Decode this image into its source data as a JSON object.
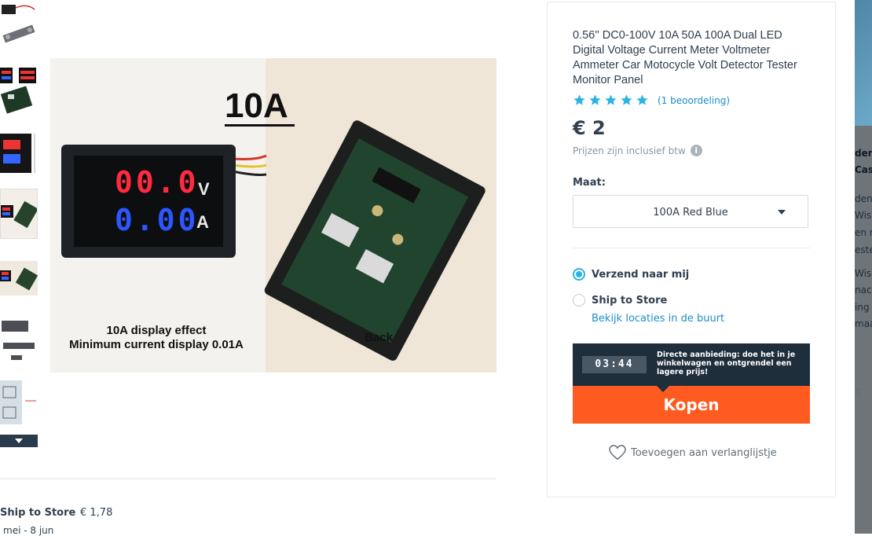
{
  "product": {
    "title": "0.56'' DC0-100V 10A 50A 100A Dual LED Digital Voltage Current Meter Voltmeter Ammeter Car Motocycle Volt Detector Tester Monitor Panel",
    "rating": 5,
    "review_link": "(1 beoordeling)",
    "price": "€ 2",
    "vat_note": "Prijzen zijn inclusief btw",
    "size_label": "Maat:",
    "size_selected": "100A Red Blue"
  },
  "shipping": {
    "options": [
      {
        "label": "Verzend naar mij",
        "selected": true
      },
      {
        "label": "Ship to Store",
        "selected": false
      }
    ],
    "locations_link": "Bekijk locaties in de buurt"
  },
  "deal": {
    "timer": "03:44",
    "text": "Directe aanbieding: doe het in je winkelwagen en ontgrendel een lagere prijs!"
  },
  "buy_label": "Kopen",
  "wishlist_label": "Toevoegen aan verlanglijstje",
  "image": {
    "title": "10A",
    "caption_left_1": "10A display effect",
    "caption_left_2": "Minimum current display 0.01A",
    "caption_right": "Back",
    "voltage_reading": "00.0",
    "current_reading": "0.00",
    "unit_v": "V",
    "unit_a": "A"
  },
  "left_shipping": {
    "label": "Ship to Store",
    "price": "€ 1,78",
    "date": "mei - 8 jun"
  },
  "overlay_texts": [
    "den",
    "Cash",
    "den",
    "Wis",
    "en r",
    "este",
    "Wis",
    "nac",
    "ing",
    "maa",
    "q"
  ],
  "colors": {
    "accent_blue": "#2ab3e4",
    "link_blue": "#1a8fc9",
    "buy_orange": "#ff5a1f",
    "deal_dark": "#1f2e3b"
  }
}
